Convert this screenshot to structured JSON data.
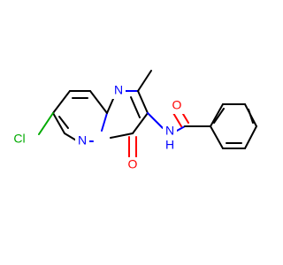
{
  "molecule": {
    "atoms": {
      "cl": {
        "label": "Cl",
        "color": "#00aa00"
      },
      "n_ring": {
        "label": "N",
        "color": "#0000ff"
      },
      "n_bridge": {
        "label": "N",
        "color": "#0000ff"
      },
      "o_ring": {
        "label": "O",
        "color": "#ff0000"
      },
      "nh": {
        "label": "N",
        "color": "#0000ff"
      },
      "nh_h": {
        "label": "H",
        "color": "#0000ff"
      },
      "o_amide": {
        "label": "O",
        "color": "#ff0000"
      }
    },
    "bond_color": "#000000"
  }
}
